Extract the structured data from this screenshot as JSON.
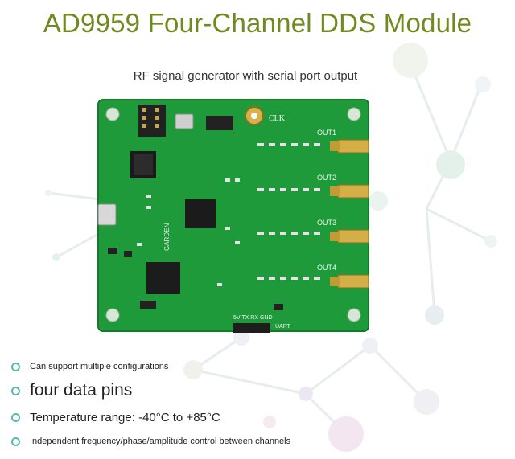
{
  "title": "AD9959 Four-Channel DDS Module",
  "subtitle": "RF signal generator with serial port output",
  "features": [
    "Can support multiple configurations",
    "four data pins",
    "Temperature range: -40°C to +85°C",
    "Independent frequency/phase/amplitude control between channels"
  ],
  "board": {
    "clk_label": "CLK",
    "outputs": [
      "OUT1",
      "OUT2",
      "OUT3",
      "OUT4"
    ],
    "uart_pins": "5V TX RX GND",
    "uart_label": "UART",
    "silk_garden": "GARDEN"
  },
  "colors": {
    "title": "#6f8a1f",
    "pcb": "#1f9a3a",
    "bullet": "#5ab7b0"
  }
}
